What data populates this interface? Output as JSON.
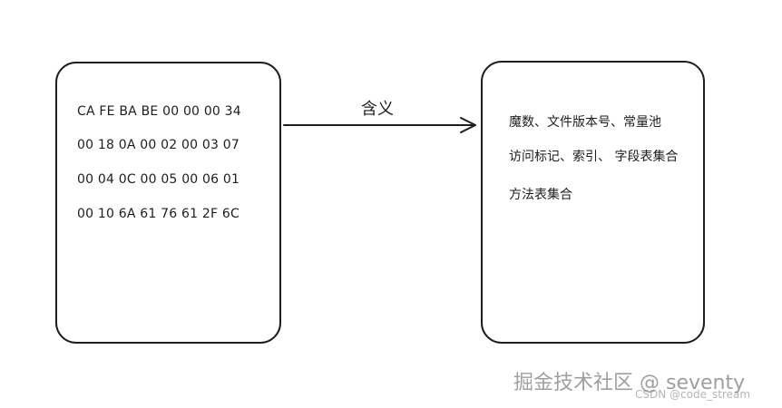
{
  "left_box": {
    "hex_lines": [
      "CA FE BA BE 00 00 00 34",
      "00 18 0A 00 02 00 03 07",
      "00 04 0C 00 05 00 06 01",
      "00 10 6A 61 76 61 2F 6C"
    ]
  },
  "arrow": {
    "label": "含义"
  },
  "right_box": {
    "lines": [
      "魔数、文件版本号、常量池",
      "访问标记、索引、 字段表集合",
      "方法表集合"
    ]
  },
  "watermark": {
    "main": "掘金技术社区 @ seventy",
    "sub": "CSDN @code_stream"
  },
  "colors": {
    "stroke": "#1e1e1e",
    "background": "#ffffff"
  }
}
